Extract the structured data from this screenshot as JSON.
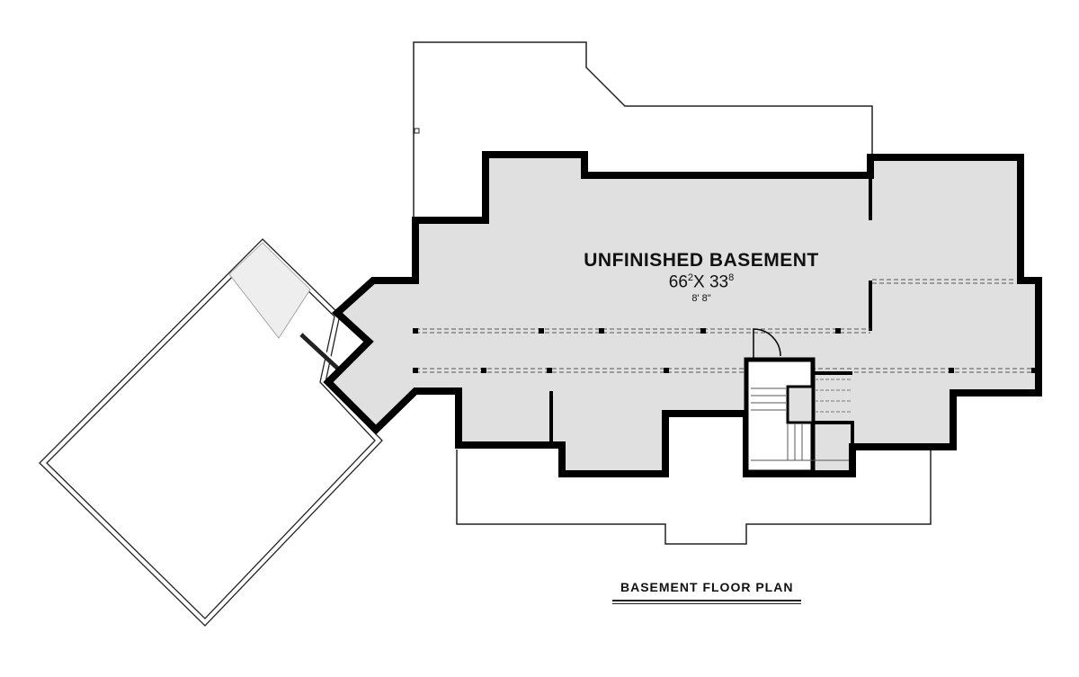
{
  "room": {
    "name": "UNFINISHED BASEMENT",
    "width_main": "66",
    "width_sup": "2",
    "by": "X",
    "depth_main": "33",
    "depth_sup": "8",
    "ceiling_height": "8' 8\""
  },
  "plan_title": "BASEMENT FLOOR PLAN",
  "colors": {
    "floor": "#e0e0e0",
    "wall": "#000000"
  }
}
